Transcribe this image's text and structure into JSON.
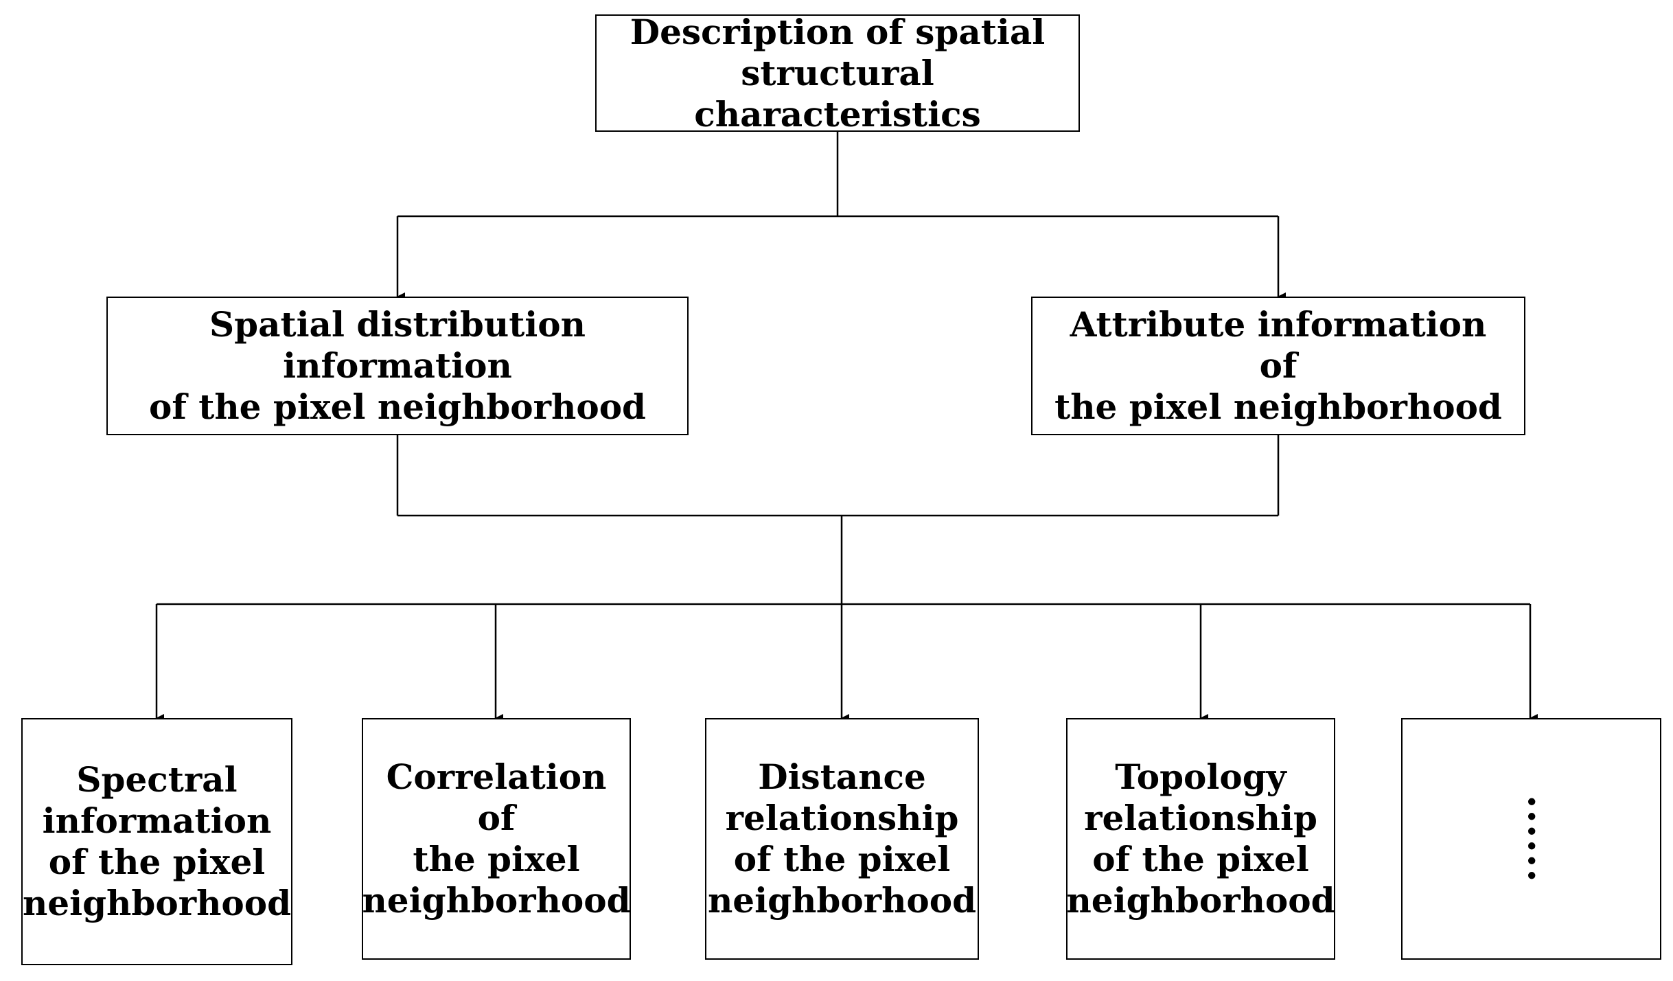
{
  "diagram": {
    "root": {
      "label": "Description of spatial\nstructural characteristics"
    },
    "level2": [
      {
        "label": "Spatial distribution information\nof the pixel neighborhood"
      },
      {
        "label": "Attribute information of\nthe pixel neighborhood"
      }
    ],
    "level3": [
      {
        "label": "Spectral\ninformation\nof the pixel\nneighborhood"
      },
      {
        "label": "Correlation of\nthe pixel\nneighborhood"
      },
      {
        "label": "Distance\nrelationship\nof the pixel\nneighborhood"
      },
      {
        "label": "Topology\nrelationship\nof the pixel\nneighborhood"
      },
      {
        "label": "······"
      }
    ]
  }
}
